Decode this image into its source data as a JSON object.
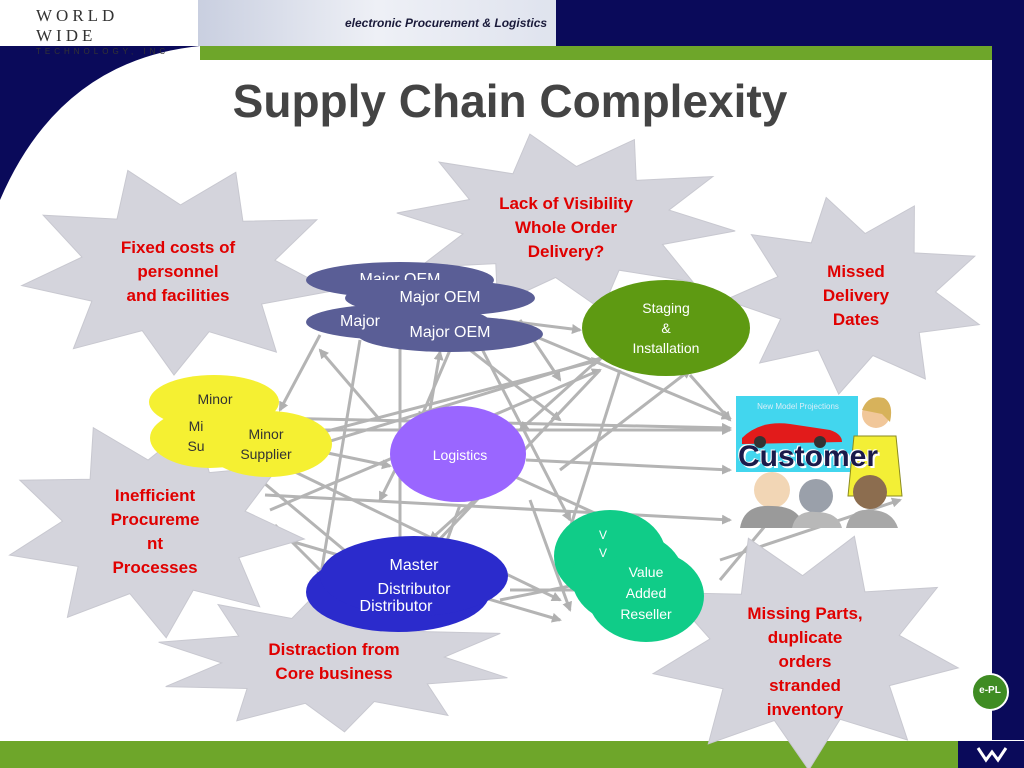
{
  "header": {
    "logo_line1": "WORLD WIDE",
    "logo_line2": "TECHNOLOGY, INC",
    "banner": "electronic Procurement & Logistics"
  },
  "title": "Supply Chain Complexity",
  "problems": {
    "fixed_costs": "Fixed costs of\npersonnel\nand facilities",
    "visibility": "Lack of Visibility\nWhole Order\nDelivery?",
    "missed_delivery": "Missed\nDelivery\nDates",
    "inefficient": "Inefficient\nProcureme\nnt\nProcesses",
    "distraction": "Distraction from\nCore business",
    "missing_parts": "Missing Parts,\nduplicate\norders\nstranded\ninventory"
  },
  "nodes": {
    "oem_back1": "Major OEM",
    "oem_mid": "Major OEM",
    "oem_back2": "Major",
    "oem_front": "Major OEM",
    "minor_back1": "Minor",
    "minor_back2": "Mi\nSu",
    "minor_front": "Minor\nSupplier",
    "staging": "Staging\n&\nInstallation",
    "logistics": "Logistics",
    "distributor_back": "Distributor",
    "distributor_front": "Master\nDistributor",
    "var_back": "V\nV",
    "var_front": "Value\nAdded\nReseller"
  },
  "customer": {
    "label": "Customer",
    "poster": "New Model Projections"
  },
  "badge": "e-PL",
  "colors": {
    "navy": "#0a0a5a",
    "green_bar": "#6ea62a",
    "burst": "#d4d4dc",
    "problem_text": "#e00000",
    "oem": "#5a5e96",
    "minor": "#f5f032",
    "staging": "#5e9a12",
    "logistics": "#9a66ff",
    "distributor": "#2b2bcc",
    "var": "#10cc88",
    "arrow": "#b4b4b4"
  }
}
